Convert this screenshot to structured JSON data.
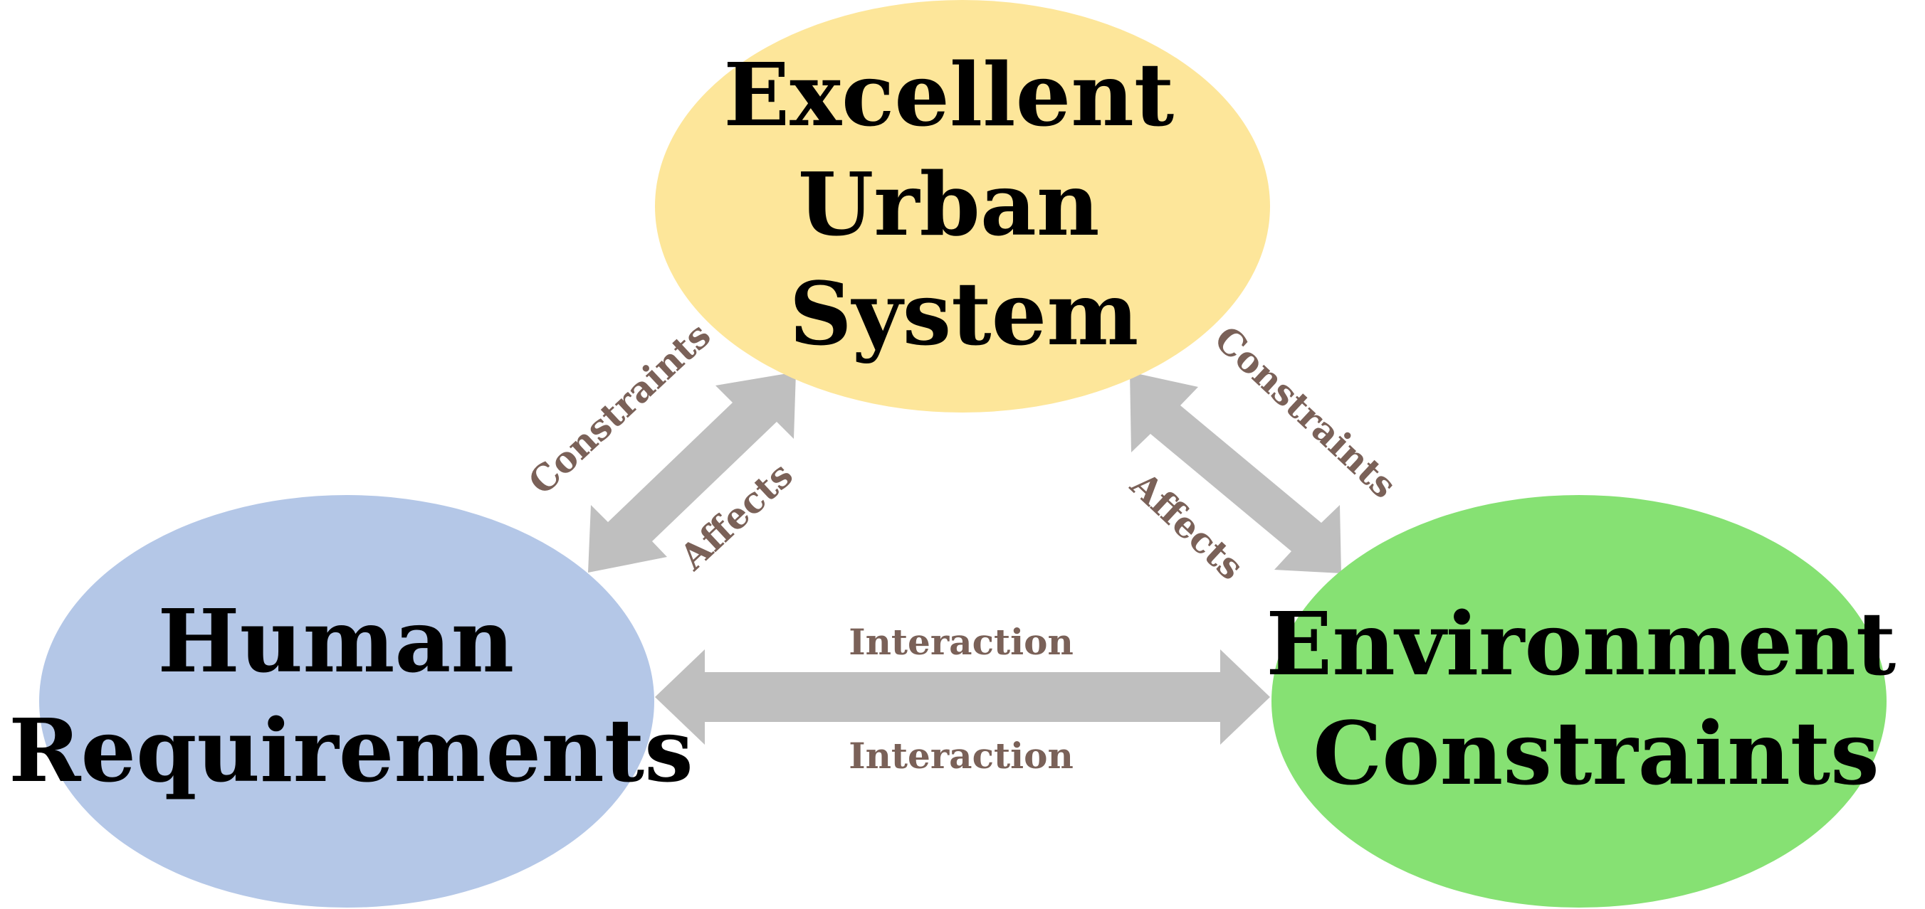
{
  "nodes": {
    "top": {
      "lines": [
        "Excellent",
        "Urban",
        "System"
      ],
      "color": "#fde69a"
    },
    "left": {
      "lines": [
        "Human",
        "Requirements"
      ],
      "color": "#b4c7e7"
    },
    "right": {
      "lines": [
        "Environment",
        "Constraints"
      ],
      "color": "#86e173"
    }
  },
  "edges": {
    "left_link": {
      "outer_label": "Constraints",
      "inner_label": "Affects"
    },
    "right_link": {
      "outer_label": "Constraints",
      "inner_label": "Affects"
    },
    "bottom_link": {
      "top_label": "Interaction",
      "bottom_label": "Interaction"
    }
  },
  "colors": {
    "arrow": "#bfbfbf",
    "edge_label": "#7a6158",
    "node_text": "#000000"
  }
}
